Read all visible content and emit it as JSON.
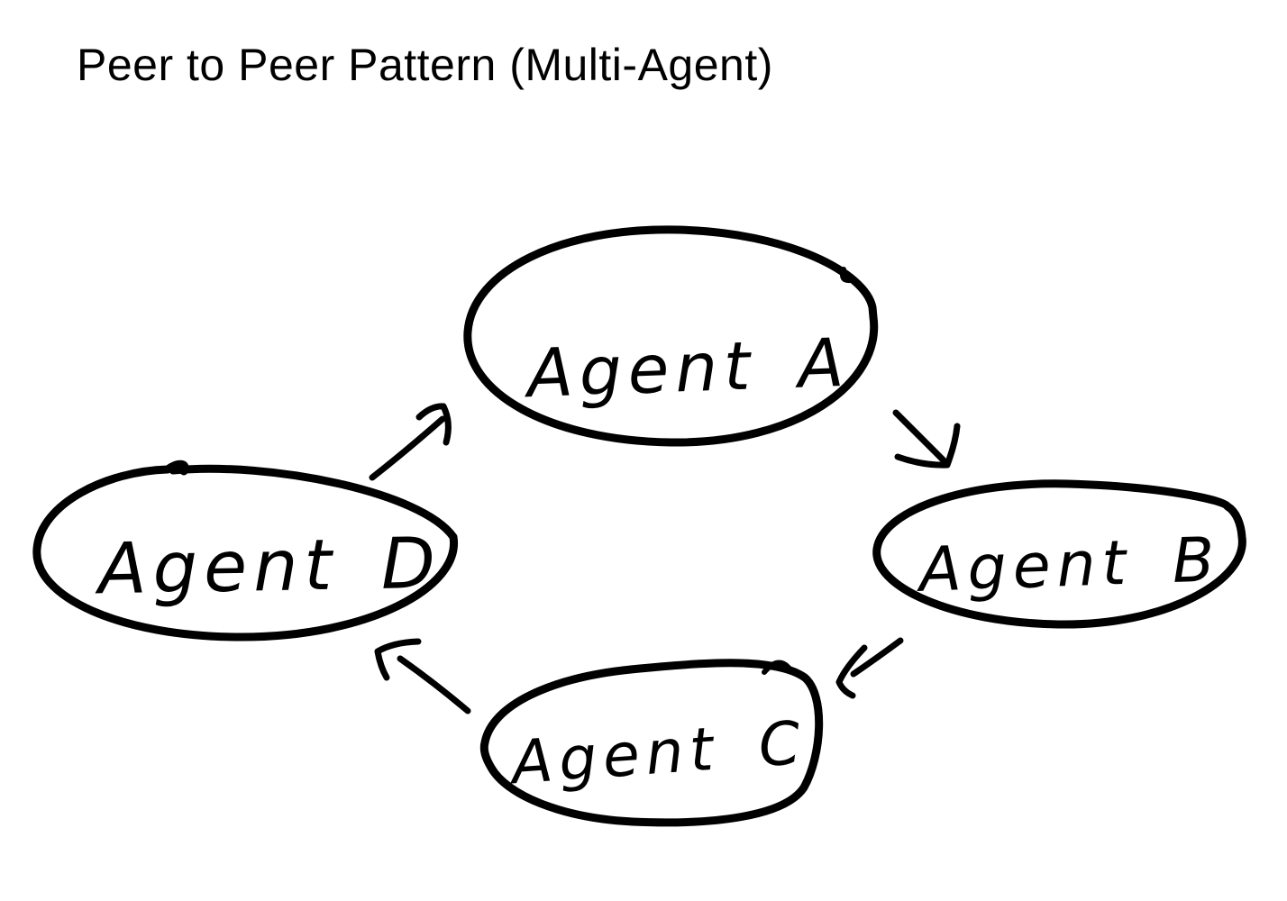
{
  "title": "Peer to Peer Pattern (Multi-Agent)",
  "colors": {
    "ink": "#000000",
    "background": "#ffffff"
  },
  "nodes": [
    {
      "id": "agent-a",
      "label": "Agent A"
    },
    {
      "id": "agent-b",
      "label": "Agent B"
    },
    {
      "id": "agent-c",
      "label": "Agent C"
    },
    {
      "id": "agent-d",
      "label": "Agent D"
    }
  ],
  "edges": [
    {
      "from": "Agent D",
      "to": "Agent A"
    },
    {
      "from": "Agent A",
      "to": "Agent B"
    },
    {
      "from": "Agent B",
      "to": "Agent C"
    },
    {
      "from": "Agent C",
      "to": "Agent D"
    }
  ]
}
